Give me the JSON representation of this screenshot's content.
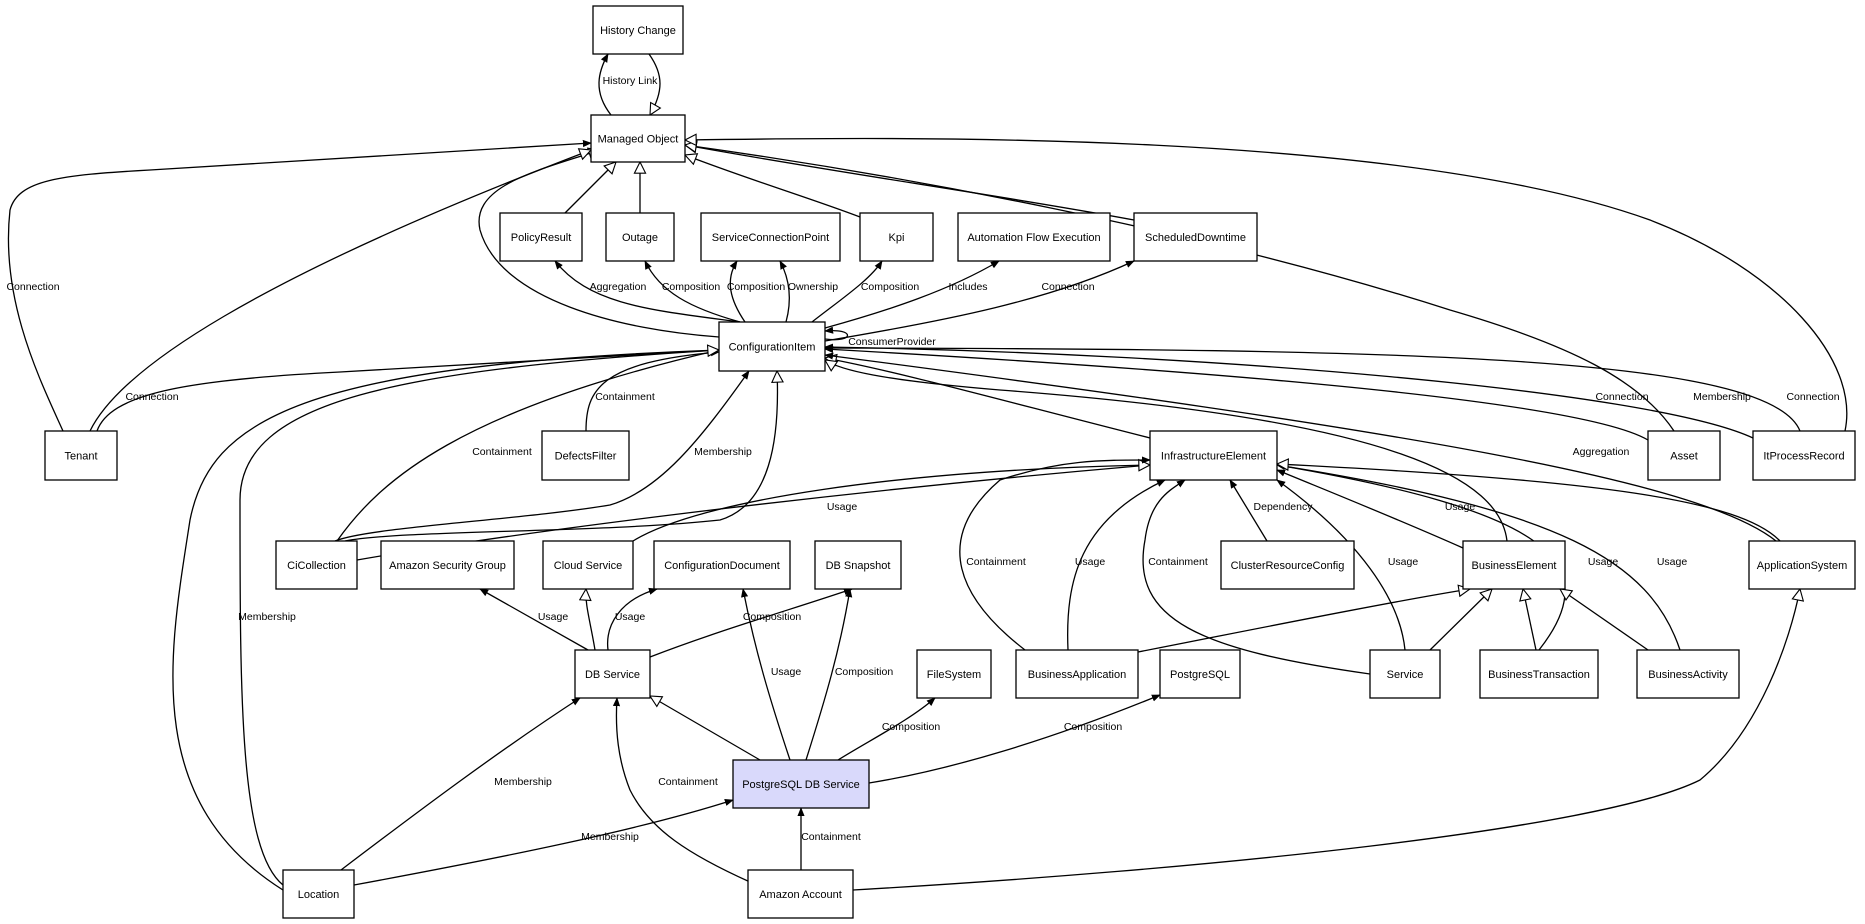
{
  "diagram": {
    "highlight_color": "#d9d9fb",
    "node_color": "#ffffff",
    "line_color": "#000000",
    "nodes": [
      {
        "id": "history_change",
        "label": "History Change"
      },
      {
        "id": "managed_object",
        "label": "Managed Object"
      },
      {
        "id": "policy_result",
        "label": "PolicyResult"
      },
      {
        "id": "outage",
        "label": "Outage"
      },
      {
        "id": "scp",
        "label": "ServiceConnectionPoint"
      },
      {
        "id": "kpi",
        "label": "Kpi"
      },
      {
        "id": "afe",
        "label": "Automation Flow Execution"
      },
      {
        "id": "sched",
        "label": "ScheduledDowntime"
      },
      {
        "id": "ci",
        "label": "ConfigurationItem"
      },
      {
        "id": "tenant",
        "label": "Tenant"
      },
      {
        "id": "defects",
        "label": "DefectsFilter"
      },
      {
        "id": "infra",
        "label": "InfrastructureElement"
      },
      {
        "id": "asset",
        "label": "Asset"
      },
      {
        "id": "itproc",
        "label": "ItProcessRecord"
      },
      {
        "id": "cicoll",
        "label": "CiCollection"
      },
      {
        "id": "asg",
        "label": "Amazon Security Group"
      },
      {
        "id": "cloud",
        "label": "Cloud Service"
      },
      {
        "id": "configdoc",
        "label": "ConfigurationDocument"
      },
      {
        "id": "dbsnap",
        "label": "DB Snapshot"
      },
      {
        "id": "crc",
        "label": "ClusterResourceConfig"
      },
      {
        "id": "be",
        "label": "BusinessElement"
      },
      {
        "id": "appsys",
        "label": "ApplicationSystem"
      },
      {
        "id": "dbservice",
        "label": "DB Service"
      },
      {
        "id": "fs",
        "label": "FileSystem"
      },
      {
        "id": "bapp",
        "label": "BusinessApplication"
      },
      {
        "id": "pg",
        "label": "PostgreSQL"
      },
      {
        "id": "service",
        "label": "Service"
      },
      {
        "id": "btrans",
        "label": "BusinessTransaction"
      },
      {
        "id": "bact",
        "label": "BusinessActivity"
      },
      {
        "id": "pgdb",
        "label": "PostgreSQL DB Service",
        "highlighted": true
      },
      {
        "id": "location",
        "label": "Location"
      },
      {
        "id": "amzacct",
        "label": "Amazon Account"
      }
    ],
    "edges": [
      {
        "from": "managed_object",
        "to": "history_change",
        "label": "History Link",
        "arrow": "filled"
      },
      {
        "from": "history_change",
        "to": "managed_object",
        "label": "",
        "arrow": "hollow"
      },
      {
        "from": "policy_result",
        "to": "managed_object",
        "label": "",
        "arrow": "hollow"
      },
      {
        "from": "outage",
        "to": "managed_object",
        "label": "",
        "arrow": "hollow"
      },
      {
        "from": "kpi",
        "to": "managed_object",
        "label": "",
        "arrow": "hollow"
      },
      {
        "from": "sched",
        "to": "managed_object",
        "label": "",
        "arrow": "hollow"
      },
      {
        "from": "ci",
        "to": "managed_object",
        "label": "",
        "arrow": "hollow"
      },
      {
        "from": "tenant",
        "to": "managed_object",
        "label": "Connection",
        "arrow": "filled"
      },
      {
        "from": "tenant",
        "to": "managed_object",
        "label": "",
        "arrow": "hollow"
      },
      {
        "from": "asset",
        "to": "managed_object",
        "label": "",
        "arrow": "hollow"
      },
      {
        "from": "itproc",
        "to": "managed_object",
        "label": "",
        "arrow": "hollow"
      },
      {
        "from": "ci",
        "to": "policy_result",
        "label": "Aggregation",
        "arrow": "filled"
      },
      {
        "from": "ci",
        "to": "outage",
        "label": "Composition",
        "arrow": "filled"
      },
      {
        "from": "ci",
        "to": "scp",
        "label": "Composition",
        "arrow": "filled"
      },
      {
        "from": "ci",
        "to": "scp",
        "label": "Ownership",
        "arrow": "filled"
      },
      {
        "from": "ci",
        "to": "kpi",
        "label": "Composition",
        "arrow": "filled"
      },
      {
        "from": "ci",
        "to": "afe",
        "label": "Includes",
        "arrow": "filled"
      },
      {
        "from": "ci",
        "to": "sched",
        "label": "Connection",
        "arrow": "filled"
      },
      {
        "from": "ci",
        "to": "ci",
        "label": "ConsumerProvider",
        "arrow": "filled"
      },
      {
        "from": "tenant",
        "to": "ci",
        "label": "Connection",
        "arrow": "filled"
      },
      {
        "from": "defects",
        "to": "ci",
        "label": "Containment",
        "arrow": "filled"
      },
      {
        "from": "cicoll",
        "to": "ci",
        "label": "Containment",
        "arrow": "filled"
      },
      {
        "from": "cicoll",
        "to": "ci",
        "label": "Membership",
        "arrow": "filled"
      },
      {
        "from": "cicoll",
        "to": "ci",
        "label": "",
        "arrow": "hollow"
      },
      {
        "from": "infra",
        "to": "ci",
        "label": "",
        "arrow": "hollow"
      },
      {
        "from": "asset",
        "to": "ci",
        "label": "Connection",
        "arrow": "filled"
      },
      {
        "from": "itproc",
        "to": "ci",
        "label": "Membership",
        "arrow": "filled"
      },
      {
        "from": "itproc",
        "to": "ci",
        "label": "Connection",
        "arrow": "filled"
      },
      {
        "from": "be",
        "to": "ci",
        "label": "",
        "arrow": "hollow"
      },
      {
        "from": "appsys",
        "to": "ci",
        "label": "Aggregation",
        "arrow": "filled"
      },
      {
        "from": "location",
        "to": "ci",
        "label": "Membership",
        "arrow": "filled"
      },
      {
        "from": "location",
        "to": "ci",
        "label": "",
        "arrow": "hollow"
      },
      {
        "from": "cicoll",
        "to": "infra",
        "label": "Usage",
        "arrow": "filled"
      },
      {
        "from": "cloud",
        "to": "infra",
        "label": "",
        "arrow": "hollow"
      },
      {
        "from": "crc",
        "to": "infra",
        "label": "Dependency",
        "arrow": "filled"
      },
      {
        "from": "bapp",
        "to": "infra",
        "label": "Containment",
        "arrow": "filled"
      },
      {
        "from": "bapp",
        "to": "infra",
        "label": "Usage",
        "arrow": "filled"
      },
      {
        "from": "service",
        "to": "infra",
        "label": "Containment",
        "arrow": "filled"
      },
      {
        "from": "service",
        "to": "infra",
        "label": "Usage",
        "arrow": "filled"
      },
      {
        "from": "be",
        "to": "infra",
        "label": "Usage",
        "arrow": "filled"
      },
      {
        "from": "btrans",
        "to": "infra",
        "label": "Usage",
        "arrow": "filled"
      },
      {
        "from": "bact",
        "to": "infra",
        "label": "Usage",
        "arrow": "filled"
      },
      {
        "from": "appsys",
        "to": "infra",
        "label": "",
        "arrow": "hollow"
      },
      {
        "from": "bapp",
        "to": "be",
        "label": "",
        "arrow": "hollow"
      },
      {
        "from": "service",
        "to": "be",
        "label": "",
        "arrow": "hollow"
      },
      {
        "from": "btrans",
        "to": "be",
        "label": "",
        "arrow": "hollow"
      },
      {
        "from": "bact",
        "to": "be",
        "label": "",
        "arrow": "hollow"
      },
      {
        "from": "dbservice",
        "to": "asg",
        "label": "Usage",
        "arrow": "filled"
      },
      {
        "from": "dbservice",
        "to": "cloud",
        "label": "",
        "arrow": "hollow"
      },
      {
        "from": "dbservice",
        "to": "configdoc",
        "label": "Usage",
        "arrow": "filled"
      },
      {
        "from": "dbservice",
        "to": "dbsnap",
        "label": "Composition",
        "arrow": "filled"
      },
      {
        "from": "pgdb",
        "to": "configdoc",
        "label": "Usage",
        "arrow": "filled"
      },
      {
        "from": "pgdb",
        "to": "dbsnap",
        "label": "Composition",
        "arrow": "filled"
      },
      {
        "from": "pgdb",
        "to": "dbservice",
        "label": "",
        "arrow": "hollow"
      },
      {
        "from": "pgdb",
        "to": "fs",
        "label": "Composition",
        "arrow": "filled"
      },
      {
        "from": "pgdb",
        "to": "pg",
        "label": "Composition",
        "arrow": "filled"
      },
      {
        "from": "location",
        "to": "dbservice",
        "label": "Membership",
        "arrow": "filled"
      },
      {
        "from": "location",
        "to": "pgdb",
        "label": "Membership",
        "arrow": "filled"
      },
      {
        "from": "amzacct",
        "to": "dbservice",
        "label": "Containment",
        "arrow": "filled"
      },
      {
        "from": "amzacct",
        "to": "pgdb",
        "label": "Containment",
        "arrow": "filled"
      },
      {
        "from": "amzacct",
        "to": "appsys",
        "label": "",
        "arrow": "hollow"
      }
    ]
  }
}
